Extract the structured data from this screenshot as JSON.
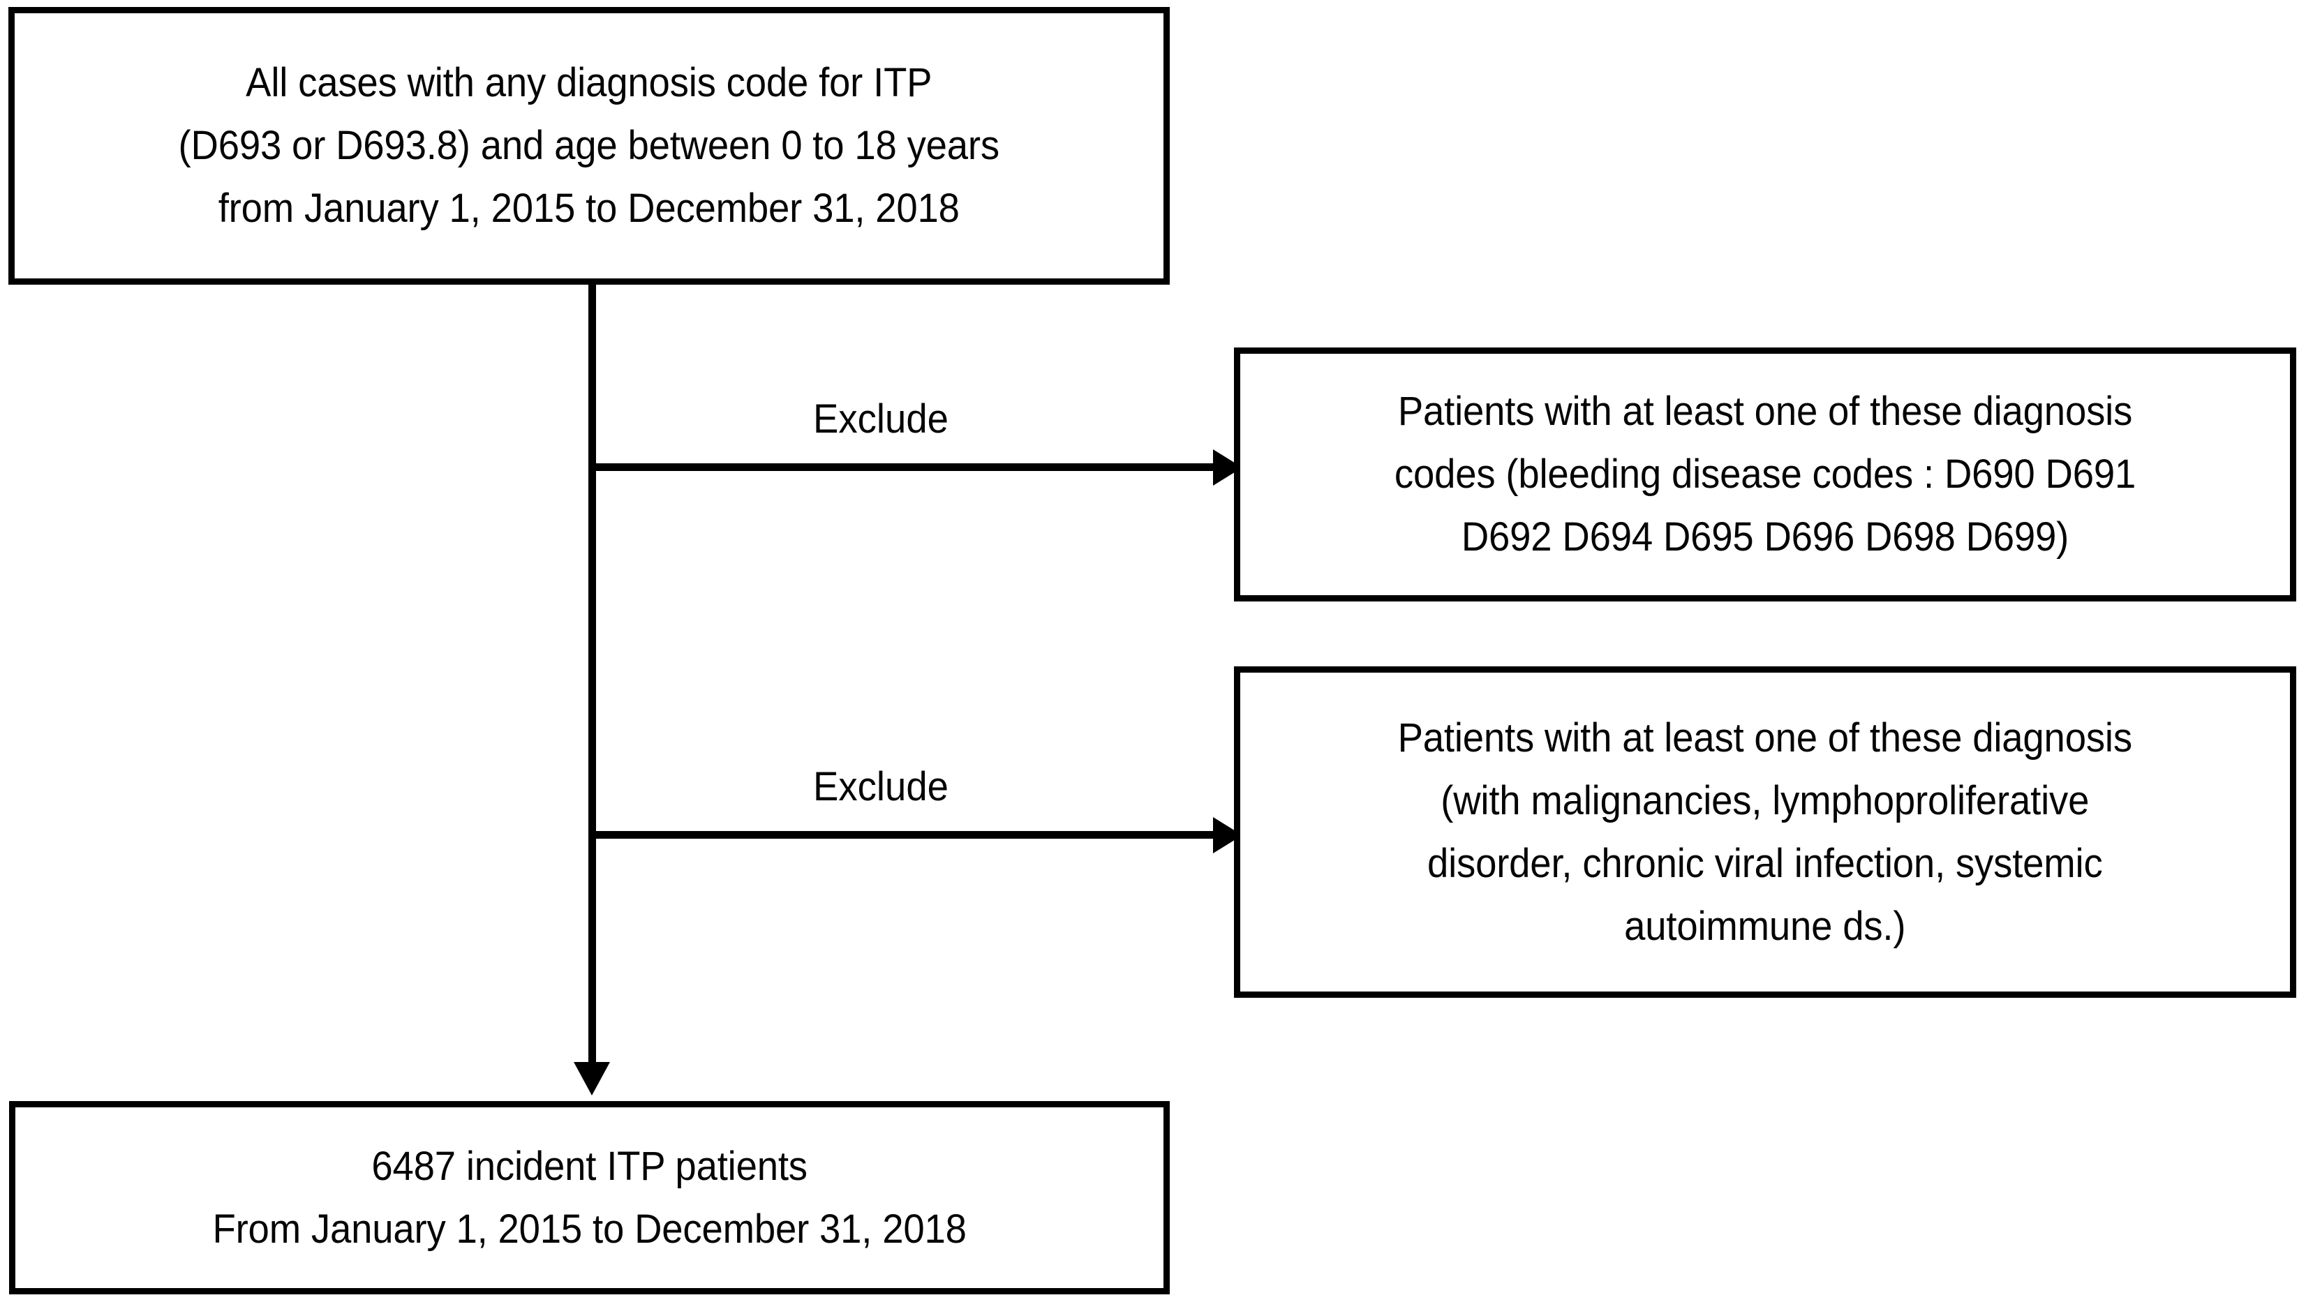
{
  "diagram": {
    "title": "ITP cohort selection flowchart",
    "colors": {
      "stroke": "#000000",
      "fill": "#ffffff",
      "text": "#050505"
    },
    "boxes": {
      "cohort": {
        "text": "All cases with any diagnosis code for ITP\n(D693 or D693.8) and age between 0 to 18 years\nfrom January 1, 2015 to December 31, 2018",
        "lines": [
          "All cases with any diagnosis code for ITP",
          "(D693 or D693.8) and age between 0 to 18 years",
          "from January 1, 2015 to December 31, 2018"
        ]
      },
      "exclude_1": {
        "text": "Patients with at least one of these diagnosis\ncodes (bleeding disease codes : D690 D691\nD692 D694 D695 D696 D698 D699)",
        "lines": [
          "Patients with at least one of these diagnosis",
          "codes (bleeding disease codes : D690 D691",
          "D692 D694 D695 D696 D698 D699)"
        ]
      },
      "exclude_2": {
        "text": "Patients with at least one of these diagnosis\n(with malignancies, lymphoproliferative\ndisorder, chronic viral infection, systemic\nautoimmune ds.)",
        "lines": [
          "Patients with at least one of these diagnosis",
          "(with malignancies, lymphoproliferative",
          "disorder, chronic viral infection, systemic",
          "autoimmune ds.)"
        ]
      },
      "final": {
        "text": "6487 incident ITP patients\nFrom January 1, 2015 to December 31, 2018",
        "lines": [
          "6487 incident ITP patients",
          "From January 1, 2015 to December 31, 2018"
        ],
        "count": "6487",
        "period_start": "January 1, 2015",
        "period_end": "December 31, 2018"
      }
    },
    "edges": {
      "exclude_1_label": "Exclude",
      "exclude_2_label": "Exclude"
    }
  }
}
